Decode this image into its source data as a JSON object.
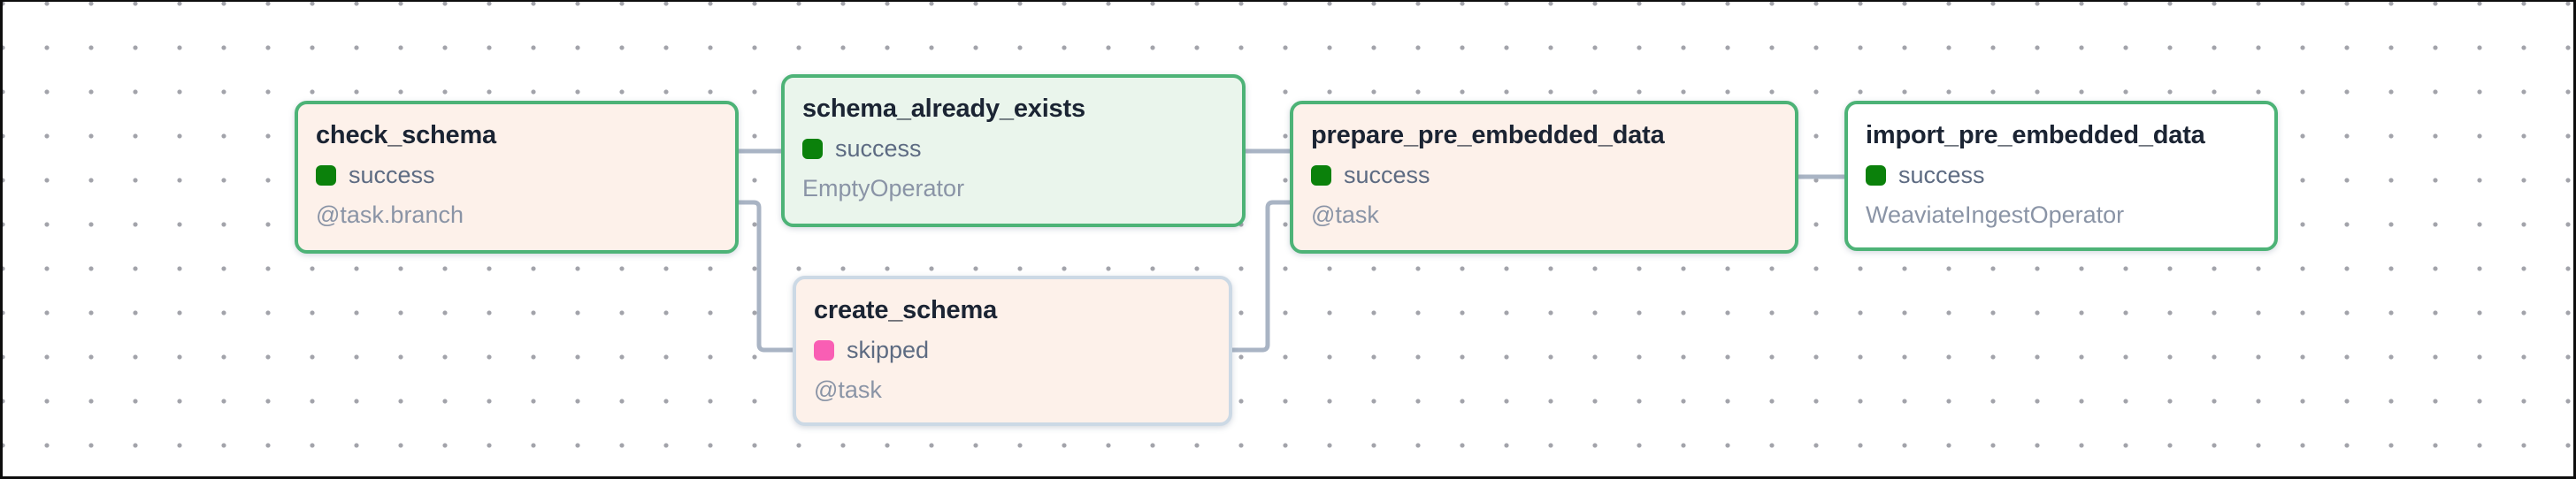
{
  "graph": {
    "nodes": [
      {
        "id": "check_schema",
        "title": "check_schema",
        "state": "success",
        "operator": "@task.branch"
      },
      {
        "id": "schema_already_exists",
        "title": "schema_already_exists",
        "state": "success",
        "operator": "EmptyOperator"
      },
      {
        "id": "create_schema",
        "title": "create_schema",
        "state": "skipped",
        "operator": "@task"
      },
      {
        "id": "prepare_pre_embedded_data",
        "title": "prepare_pre_embedded_data",
        "state": "success",
        "operator": "@task"
      },
      {
        "id": "import_pre_embedded_data",
        "title": "import_pre_embedded_data",
        "state": "success",
        "operator": "WeaviateIngestOperator"
      }
    ],
    "edges": [
      {
        "from": "check_schema",
        "to": "schema_already_exists"
      },
      {
        "from": "check_schema",
        "to": "create_schema"
      },
      {
        "from": "schema_already_exists",
        "to": "prepare_pre_embedded_data"
      },
      {
        "from": "create_schema",
        "to": "prepare_pre_embedded_data"
      },
      {
        "from": "prepare_pre_embedded_data",
        "to": "import_pre_embedded_data"
      }
    ],
    "colors": {
      "state_success": "#0b810b",
      "state_skipped": "#f95eb4",
      "border_success": "#4db377",
      "border_skipped": "#ccd9e5",
      "edge": "#a9b4c4",
      "bg_peach": "#fdf1ea",
      "bg_green": "#eaf5ec",
      "bg_white": "#ffffff"
    }
  }
}
